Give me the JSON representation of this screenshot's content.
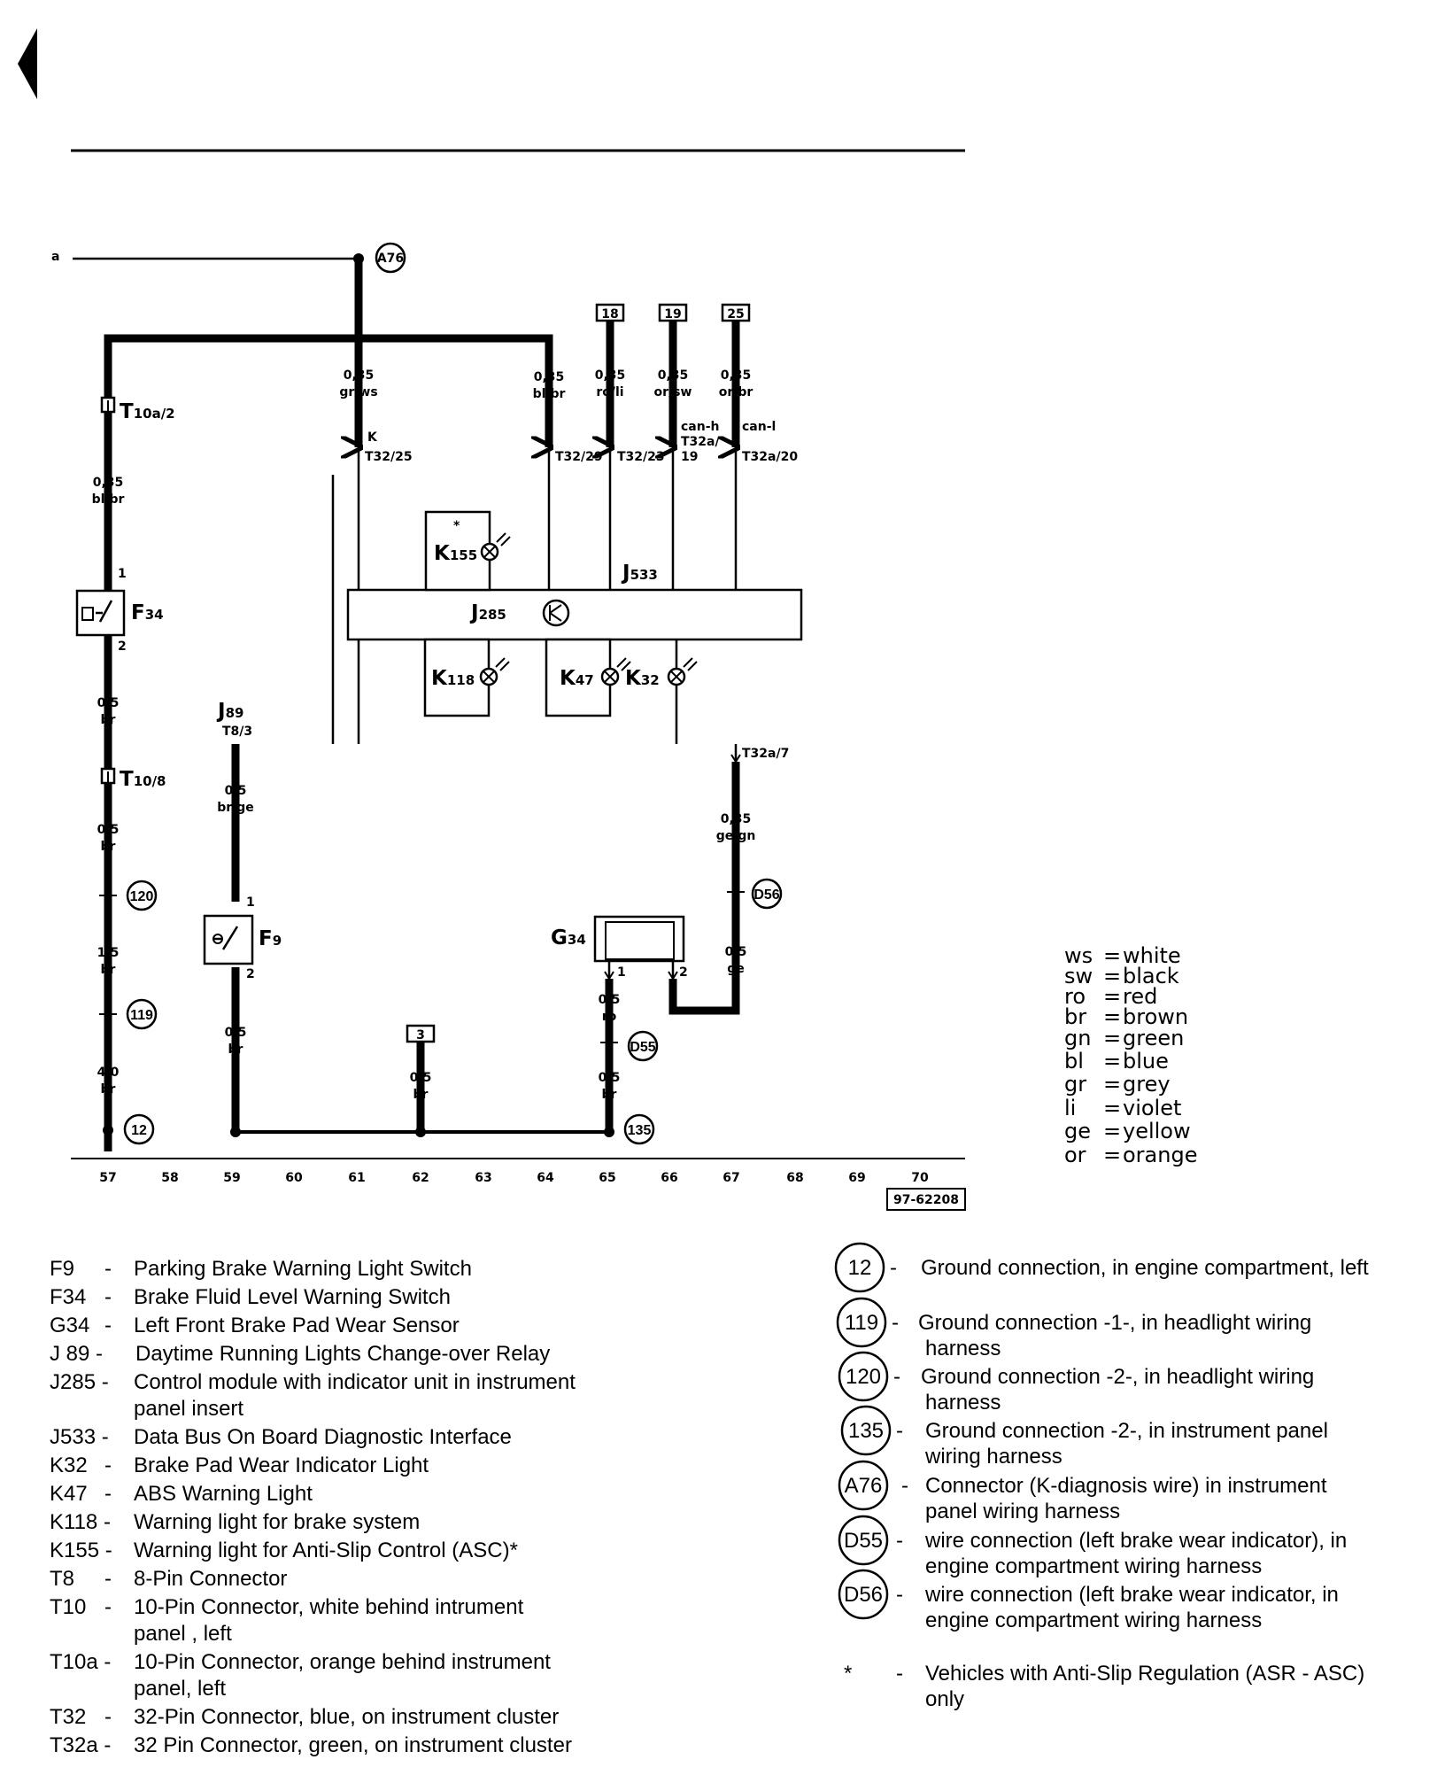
{
  "diagram": {
    "ref_number": "97-62208",
    "point_a_label": "a",
    "top_box_labels": [
      "18",
      "19",
      "25"
    ],
    "ground_box_label": "3",
    "track_numbers": [
      "57",
      "58",
      "59",
      "60",
      "61",
      "62",
      "63",
      "64",
      "65",
      "66",
      "67",
      "68",
      "69",
      "70"
    ],
    "markers": [
      "A76",
      "120",
      "119",
      "12",
      "D56",
      "D55",
      "135"
    ],
    "asterisk": "*",
    "wire_labels": [
      {
        "size": "0,35",
        "color": "gr/ws"
      },
      {
        "size": "0,35",
        "color": "bl/br"
      },
      {
        "size": "0,35",
        "color": "ro/li"
      },
      {
        "size": "0,35",
        "color": "or/sw"
      },
      {
        "size": "0,35",
        "color": "or/br"
      },
      {
        "size": "0,35",
        "color": "bl/br"
      },
      {
        "size": "0,5",
        "color": "br"
      },
      {
        "size": "0,5",
        "color": "br"
      },
      {
        "size": "1,5",
        "color": "br"
      },
      {
        "size": "4,0",
        "color": "br"
      },
      {
        "size": "0,5",
        "color": "br/ge"
      },
      {
        "size": "0,5",
        "color": "br"
      },
      {
        "size": "0,5",
        "color": "br"
      },
      {
        "size": "0,35",
        "color": "ge/gn"
      },
      {
        "size": "0,5",
        "color": "ge"
      },
      {
        "size": "0,5",
        "color": "ro"
      },
      {
        "size": "0,5",
        "color": "br"
      }
    ],
    "pin_labels": [
      "K",
      "T32/25",
      "T32/29",
      "T32/23",
      "can-h",
      "T32a/",
      "19",
      "can-l",
      "T32a/20",
      "T32a/7",
      "T8/3"
    ],
    "pin_numbers": [
      "1",
      "2",
      "1",
      "2",
      "1",
      "2"
    ],
    "components": {
      "T10a2": {
        "main": "T",
        "sub": "10a/2"
      },
      "T108": {
        "main": "T",
        "sub": "10/8"
      },
      "F34": {
        "main": "F",
        "sub": "34"
      },
      "F9": {
        "main": "F",
        "sub": "9"
      },
      "J89": {
        "main": "J",
        "sub": "89"
      },
      "K155": {
        "main": "K",
        "sub": "155"
      },
      "J533": {
        "main": "J",
        "sub": "533"
      },
      "J285": {
        "main": "J",
        "sub": "285"
      },
      "K118": {
        "main": "K",
        "sub": "118"
      },
      "K47": {
        "main": "K",
        "sub": "47"
      },
      "K32": {
        "main": "K",
        "sub": "32"
      },
      "G34": {
        "main": "G",
        "sub": "34"
      }
    }
  },
  "color_legend": [
    {
      "code": "ws",
      "name": "white"
    },
    {
      "code": "sw",
      "name": "black"
    },
    {
      "code": "ro",
      "name": "red"
    },
    {
      "code": "br",
      "name": "brown"
    },
    {
      "code": "gn",
      "name": "green"
    },
    {
      "code": "bl",
      "name": "blue"
    },
    {
      "code": "gr",
      "name": "grey"
    },
    {
      "code": "li",
      "name": "violet"
    },
    {
      "code": "ge",
      "name": "yellow"
    },
    {
      "code": "or",
      "name": "orange"
    }
  ],
  "components_legend": [
    {
      "code": "F9",
      "dash": "-",
      "desc": [
        "Parking Brake Warning Light Switch"
      ]
    },
    {
      "code": "F34",
      "dash": "-",
      "desc": [
        "Brake Fluid Level Warning Switch"
      ]
    },
    {
      "code": "G34",
      "dash": "-",
      "desc": [
        "Left Front Brake Pad Wear Sensor"
      ]
    },
    {
      "code": "J 89 -",
      "dash": "",
      "desc": [
        "Daytime Running Lights Change-over Relay"
      ]
    },
    {
      "code": "J285 -",
      "dash": "",
      "desc": [
        "Control module with indicator unit in instrument",
        "panel insert"
      ]
    },
    {
      "code": "J533 -",
      "dash": "",
      "desc": [
        "Data Bus On Board Diagnostic Interface"
      ]
    },
    {
      "code": "K32",
      "dash": "-",
      "desc": [
        "Brake Pad Wear Indicator Light"
      ]
    },
    {
      "code": "K47",
      "dash": "-",
      "desc": [
        "ABS Warning Light"
      ]
    },
    {
      "code": "K118 -",
      "dash": "",
      "desc": [
        "Warning light for brake system"
      ]
    },
    {
      "code": "K155 -",
      "dash": "",
      "desc": [
        "Warning light for Anti-Slip Control (ASC)*"
      ]
    },
    {
      "code": "T8",
      "dash": "-",
      "desc": [
        "8-Pin Connector"
      ]
    },
    {
      "code": "T10",
      "dash": "-",
      "desc": [
        "10-Pin Connector, white behind intrument",
        "panel , left"
      ]
    },
    {
      "code": "T10a -",
      "dash": "",
      "desc": [
        "10-Pin Connector, orange behind instrument",
        "panel, left"
      ]
    },
    {
      "code": "T32",
      "dash": "-",
      "desc": [
        "32-Pin Connector, blue, on instrument cluster"
      ]
    },
    {
      "code": "T32a -",
      "dash": "",
      "desc": [
        "32 Pin Connector, green, on instrument cluster"
      ]
    }
  ],
  "ground_legend": [
    {
      "code": "12",
      "dash": "-",
      "desc": [
        "Ground connection, in engine compartment, left"
      ]
    },
    {
      "code": "119",
      "dash": "-",
      "desc": [
        "Ground connection -1-, in headlight wiring",
        "harness"
      ]
    },
    {
      "code": "120",
      "dash": "-",
      "desc": [
        "Ground connection -2-, in headlight wiring",
        "harness"
      ]
    },
    {
      "code": "135",
      "dash": "-",
      "desc": [
        "Ground connection -2-, in instrument panel",
        "wiring harness"
      ]
    },
    {
      "code": "A76",
      "dash": "-",
      "desc": [
        "Connector (K-diagnosis wire) in instrument",
        "panel wiring harness"
      ]
    },
    {
      "code": "D55",
      "dash": "-",
      "desc": [
        "wire connection (left brake wear indicator), in",
        "engine compartment wiring harness"
      ]
    },
    {
      "code": "D56",
      "dash": "-",
      "desc": [
        "wire connection (left brake wear indicator, in",
        "engine compartment wiring harness"
      ]
    },
    {
      "code": "*",
      "dash": "-",
      "desc": [
        "Vehicles with Anti-Slip Regulation (ASR - ASC)",
        "only"
      ]
    }
  ]
}
